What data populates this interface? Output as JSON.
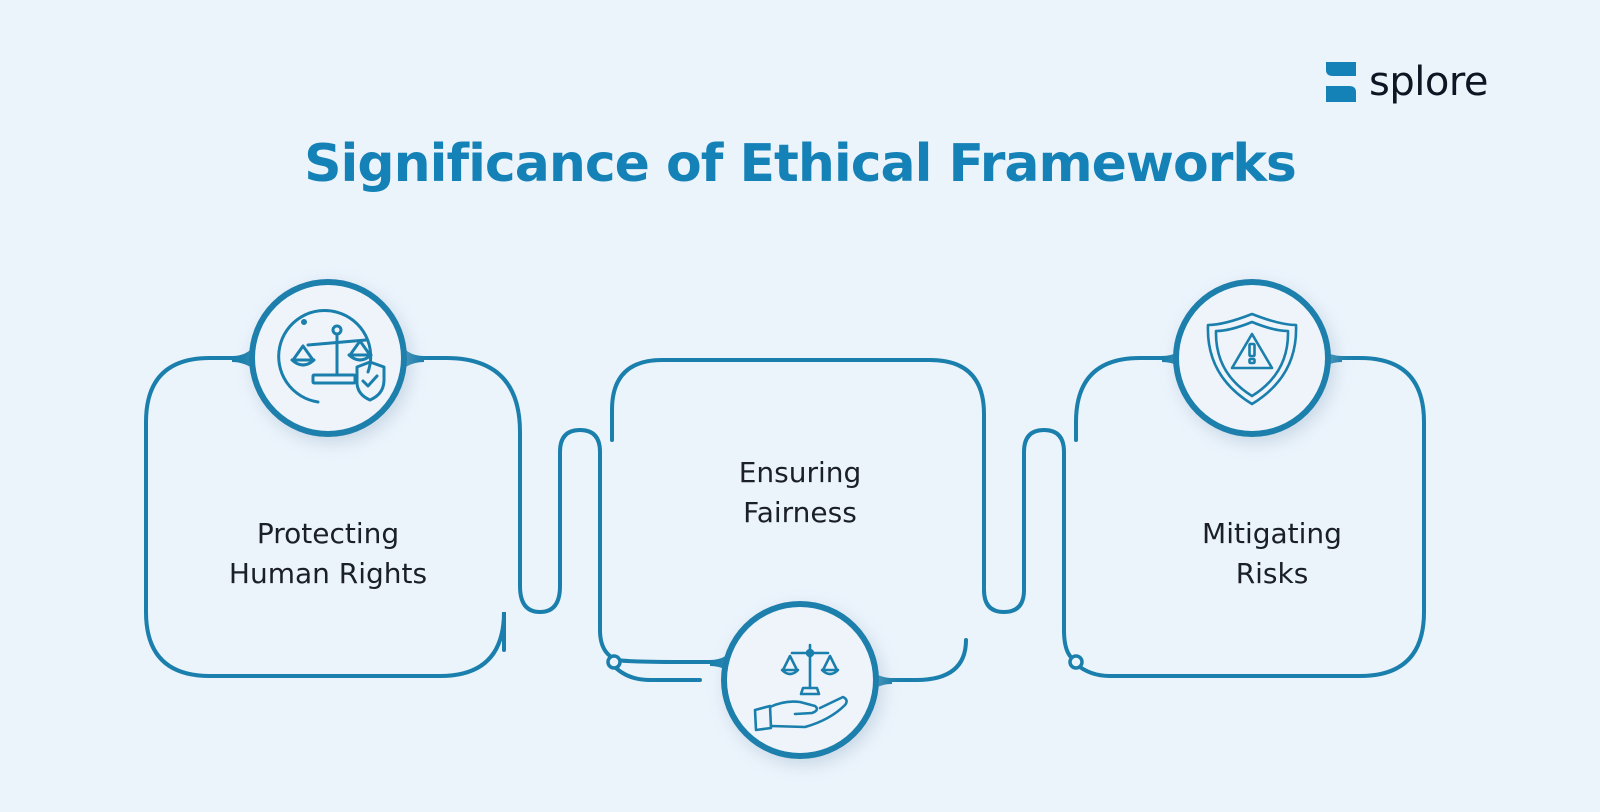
{
  "brand": {
    "name": "splore",
    "color": "#1582b7",
    "text_color": "#0e1623"
  },
  "title": "Significance of Ethical Frameworks",
  "colors": {
    "background": "#ebf3fb",
    "accent": "#1582b7",
    "line": "#1a7fac",
    "text": "#1b1f27"
  },
  "items": [
    {
      "label_line1": "Protecting",
      "label_line2": "Human Rights",
      "icon": "scales-shield-check-icon"
    },
    {
      "label_line1": "Ensuring",
      "label_line2": "Fairness",
      "icon": "hand-holding-scales-icon"
    },
    {
      "label_line1": "Mitigating",
      "label_line2": "Risks",
      "icon": "shield-warning-icon"
    }
  ]
}
